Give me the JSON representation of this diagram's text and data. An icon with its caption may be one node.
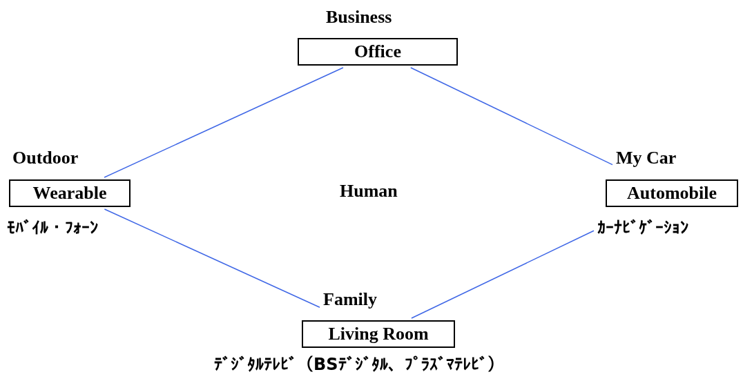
{
  "diagram": {
    "nodes": [
      {
        "text": [
          "Business",
          "Office"
        ]
      },
      {
        "text": [
          "Outdoor",
          "Wearable"
        ],
        "beside": [
          "ﾓﾊﾞｲﾙ・ﾌｫｰﾝ"
        ]
      },
      {
        "text": [
          "My Car",
          "Automobile"
        ],
        "beside": [
          "ｶｰﾅﾋﾞｹﾞｰｼｮﾝ"
        ]
      },
      {
        "text": [
          "Family",
          "Living Room"
        ],
        "beside": [
          "ﾃﾞｼﾞﾀﾙﾃﾚﾋﾞ（BSﾃﾞｼﾞﾀﾙ、ﾌﾟﾗｽﾞﾏﾃﾚﾋﾞ）"
        ]
      }
    ],
    "edges": [
      {
        "from": 1,
        "to": 0,
        "arrow": "none"
      },
      {
        "from": 0,
        "to": 2,
        "arrow": "none"
      },
      {
        "from": 1,
        "to": 3,
        "arrow": "none"
      },
      {
        "from": 3,
        "to": 2,
        "arrow": "none"
      }
    ],
    "labels": [
      "Human"
    ]
  }
}
